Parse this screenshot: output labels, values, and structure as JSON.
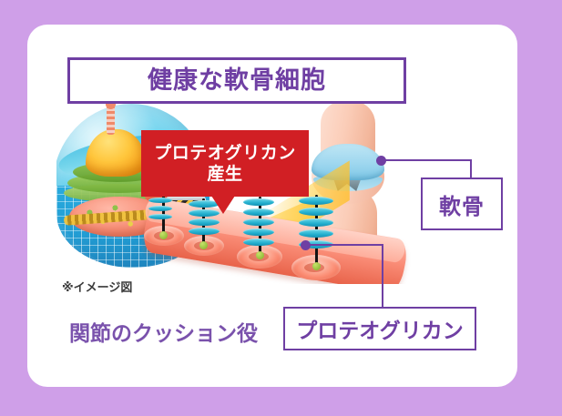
{
  "background_color": "#cf9fe8",
  "card": {
    "background_color": "#ffffff"
  },
  "theme": {
    "purple": "#6f3fa3",
    "light_purple": "#7a52ac",
    "red": "#d11f24",
    "white": "#ffffff"
  },
  "title": {
    "text": "健康な軟骨細胞",
    "color": "#6f3fa3"
  },
  "callout": {
    "line1": "プロテオグリカン",
    "line2": "産生",
    "background_color": "#d11f24",
    "text_color": "#ffffff"
  },
  "labels": {
    "cartilage": "軟骨",
    "proteoglycan": "プロテオグリカン",
    "cushion_role": "関節のクッション役",
    "image_note": "※イメージ図"
  },
  "illustration": {
    "cell_name": "chondrocyte-cell-illustration",
    "knee_name": "knee-joint-illustration",
    "proteoglycan_name": "proteoglycan-molecules-illustration"
  }
}
